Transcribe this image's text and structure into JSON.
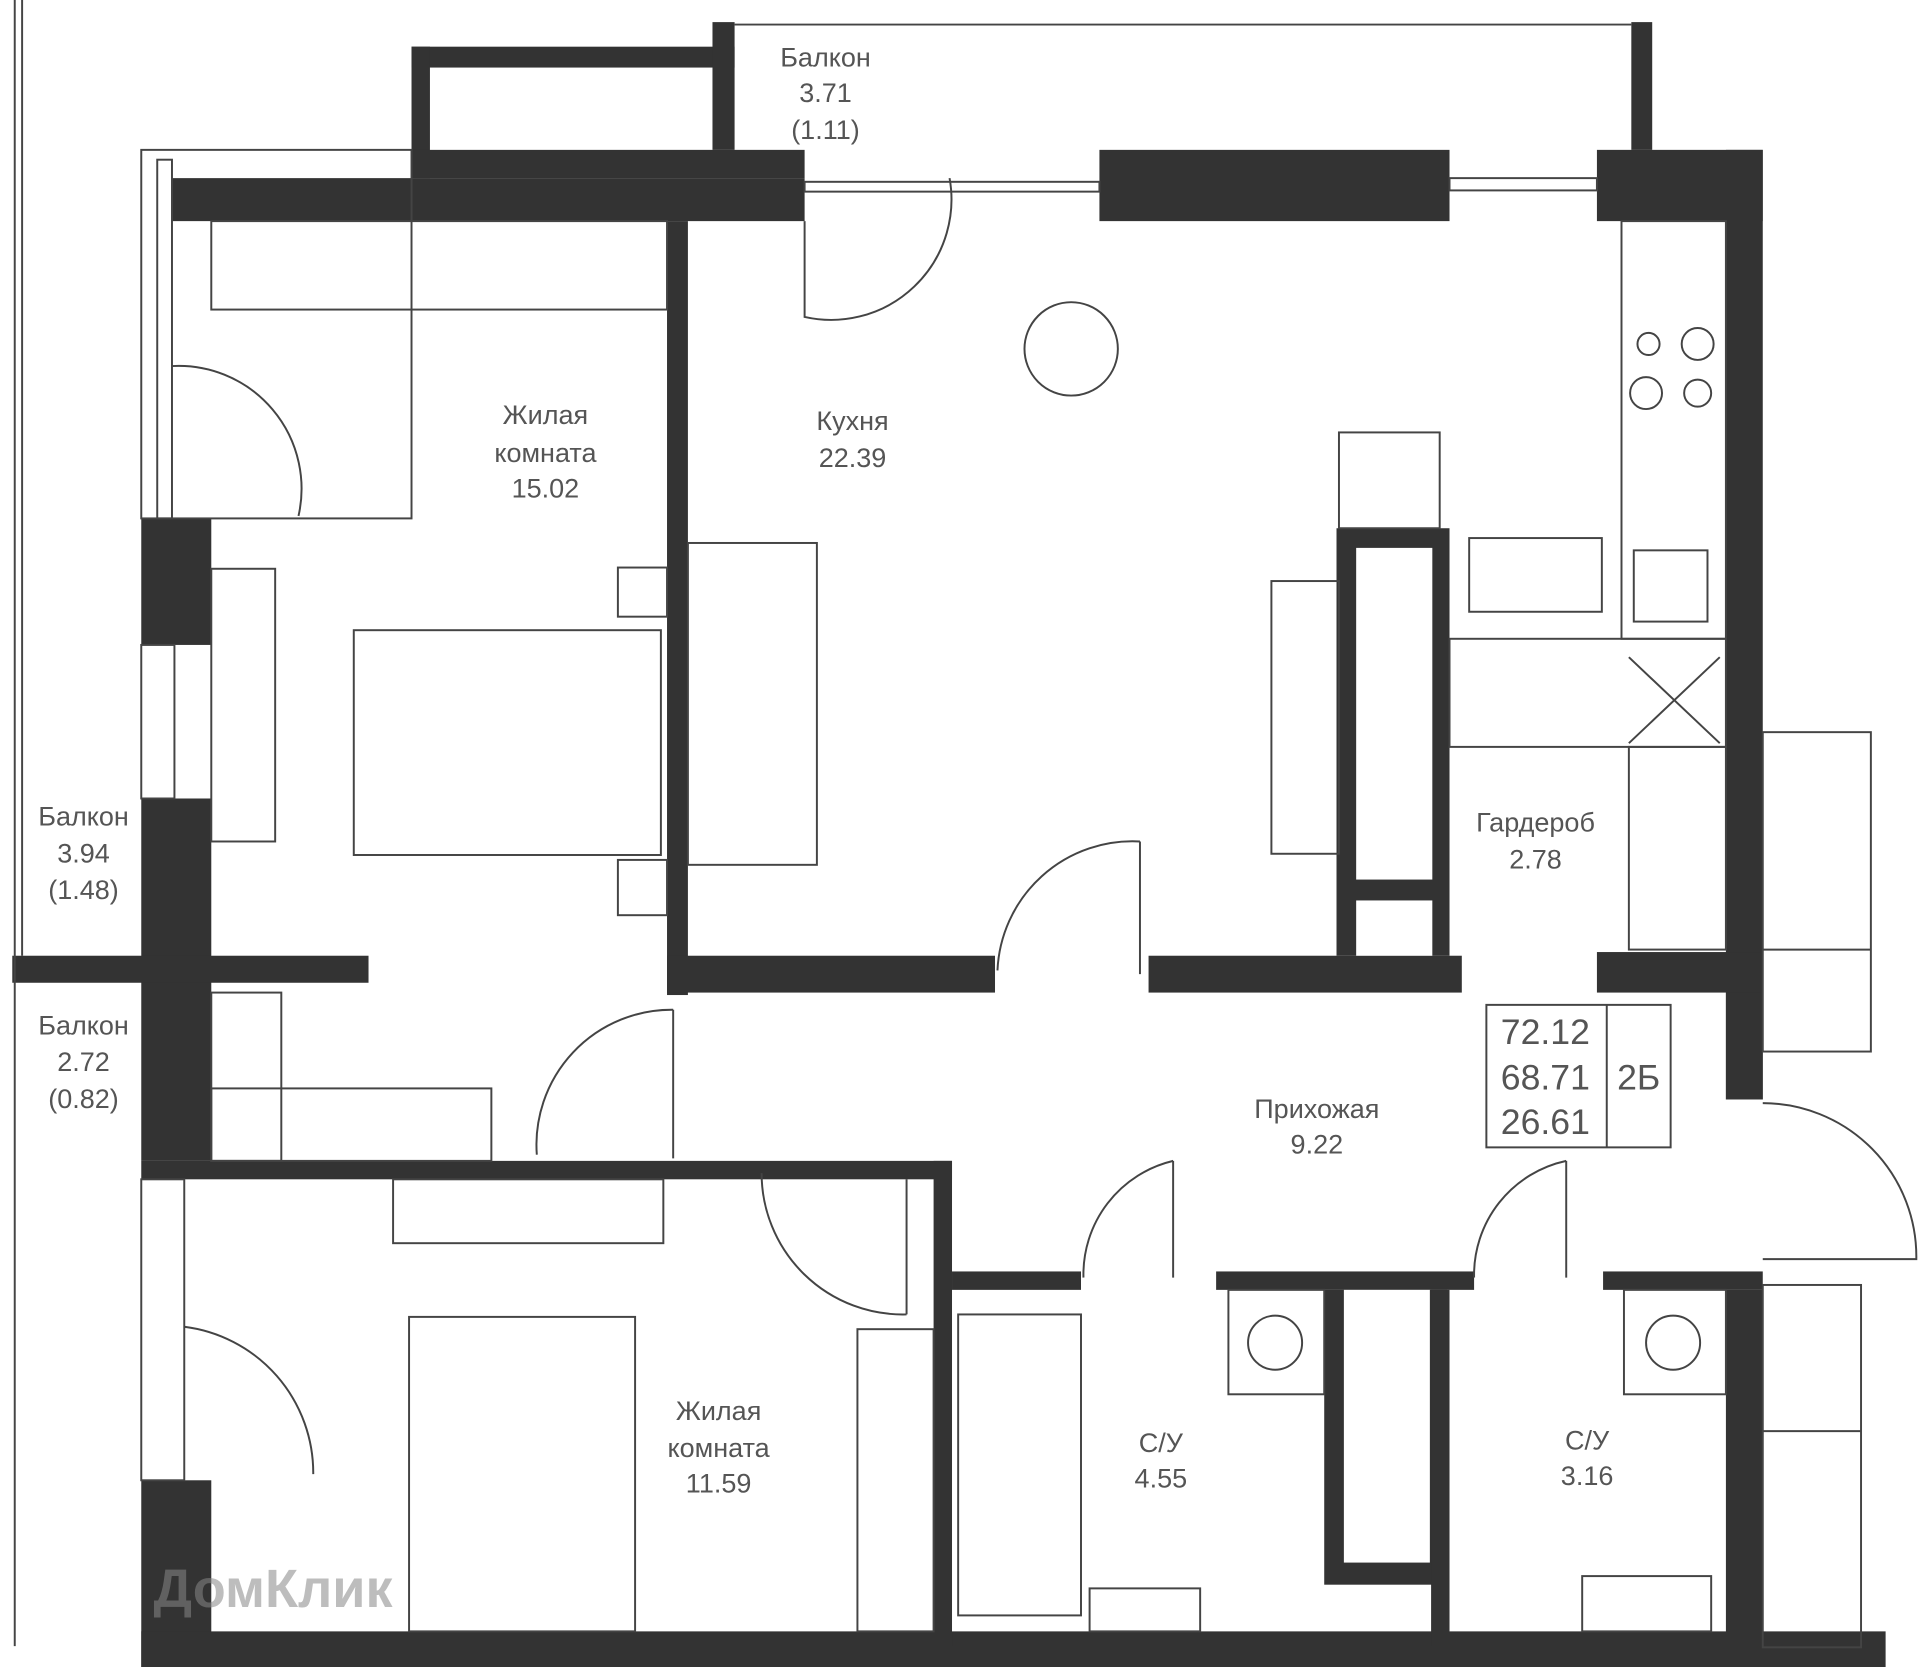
{
  "rooms": [
    {
      "name": "Балкон",
      "area": "3.71",
      "sub": "(1.11)"
    },
    {
      "name": "Жилая",
      "name2": "комната",
      "area": "15.02"
    },
    {
      "name": "Кухня",
      "area": "22.39"
    },
    {
      "name": "Балкон",
      "area": "3.94",
      "sub": "(1.48)"
    },
    {
      "name": "Балкон",
      "area": "2.72",
      "sub": "(0.82)"
    },
    {
      "name": "Гардероб",
      "area": "2.78"
    },
    {
      "name": "Прихожая",
      "area": "9.22"
    },
    {
      "name": "Жилая",
      "name2": "комната",
      "area": "11.59"
    },
    {
      "name": "С/У",
      "area": "4.55"
    },
    {
      "name": "С/У",
      "area": "3.16"
    }
  ],
  "summary": {
    "total": "72.12",
    "living_total": "68.71",
    "living": "26.61",
    "type": "2Б"
  },
  "watermark": "ДомКлик",
  "colors": {
    "wall": "#333333",
    "line": "#444444",
    "text": "#555555"
  }
}
